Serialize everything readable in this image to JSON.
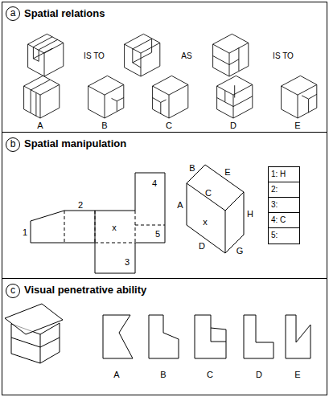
{
  "diagram": {
    "nodes": [
      {
        "text": [
          "Spatial relations"
        ]
      },
      {
        "text": [
          "a"
        ],
        "in": 0
      },
      {
        "text": [
          "Spatial manipulation"
        ]
      },
      {
        "text": [
          "b"
        ],
        "in": 2
      },
      {
        "text": [
          "1: H",
          "2:",
          "3:",
          "4: C",
          "5:"
        ],
        "in": 2
      },
      {
        "text": [
          "Visual penetrative ability"
        ]
      },
      {
        "text": [
          "c"
        ],
        "in": 5
      }
    ],
    "labels": [
      "IS TO",
      "AS",
      "IS TO",
      "A",
      "B",
      "C",
      "D",
      "E",
      "2",
      "4",
      "1",
      "x",
      "5",
      "3",
      "B",
      "E",
      "A",
      "C",
      "x",
      "H",
      "D",
      "G",
      "A",
      "B",
      "C",
      "D",
      "E"
    ]
  }
}
